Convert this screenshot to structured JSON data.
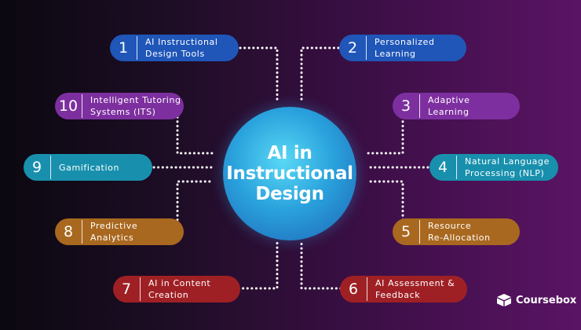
{
  "colors": {
    "blue": "#1f56b8",
    "purple": "#7d2f9f",
    "teal": "#1890ad",
    "gold": "#a9681f",
    "red": "#9f2024",
    "connector": "#ffffff"
  },
  "hub": {
    "title": "AI in\nInstructional\nDesign"
  },
  "items": [
    {
      "number": "1",
      "label": "AI Instructional\nDesign Tools",
      "color": "blue"
    },
    {
      "number": "2",
      "label": "Personalized\nLearning",
      "color": "blue"
    },
    {
      "number": "3",
      "label": "Adaptive\nLearning",
      "color": "purple"
    },
    {
      "number": "4",
      "label": "Natural Language\nProcessing (NLP)",
      "color": "teal"
    },
    {
      "number": "5",
      "label": "Resource\nRe-Allocation",
      "color": "gold"
    },
    {
      "number": "6",
      "label": "AI Assessment &\nFeedback",
      "color": "red"
    },
    {
      "number": "7",
      "label": "AI in Content\nCreation",
      "color": "red"
    },
    {
      "number": "8",
      "label": "Predictive\nAnalytics",
      "color": "gold"
    },
    {
      "number": "9",
      "label": "Gamification",
      "color": "teal"
    },
    {
      "number": "10",
      "label": "Intelligent Tutoring\nSystems (ITS)",
      "color": "purple"
    }
  ],
  "brand": {
    "name": "Coursebox",
    "logo_icon": "box-icon"
  }
}
